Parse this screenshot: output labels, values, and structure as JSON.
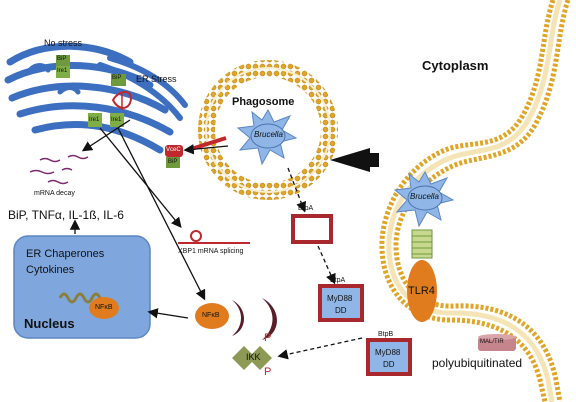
{
  "labels": {
    "no_stress": "No stress",
    "er_stress": "ER Stress",
    "bip": "BiP",
    "ire1": "Ire1",
    "cytoplasm": "Cytoplasm",
    "phagosome": "Phagosome",
    "brucella": "Brucella",
    "mrna_decay": "mRNA decay",
    "cytokine_line": "BiP, TNFα, IL-1ß, IL-6",
    "xbp1": "XBP1 mRNA  splicing",
    "btpa": "BtpA",
    "btpb": "BtpB",
    "myd88": "MyD88",
    "dd": "DD",
    "tlr4": "TLR4",
    "mal_tir": "MAL/TIR",
    "polyubiquitinated": "polyubiquitinated",
    "er_chaperones": "ER Chaperones",
    "cytokines": "Cytokines",
    "nucleus": "Nucleus",
    "nfkb": "NFκB",
    "ikk": "IKK",
    "p": "P",
    "vceb": "VceC"
  },
  "colors": {
    "er_blue": "#3d6fc1",
    "bip_green": "#6e9a3c",
    "membrane_gold": "#e0a526",
    "brucella_blue": "#8fb6e6",
    "nucleus_blue": "#7fa7de",
    "nfkb_orange": "#e07c1e",
    "tlr4_orange": "#e07c1e",
    "box_red": "#a8282d",
    "p_red": "#c0282d",
    "ikk_olive": "#8d9a56",
    "crescent": "#5a1e2a"
  }
}
